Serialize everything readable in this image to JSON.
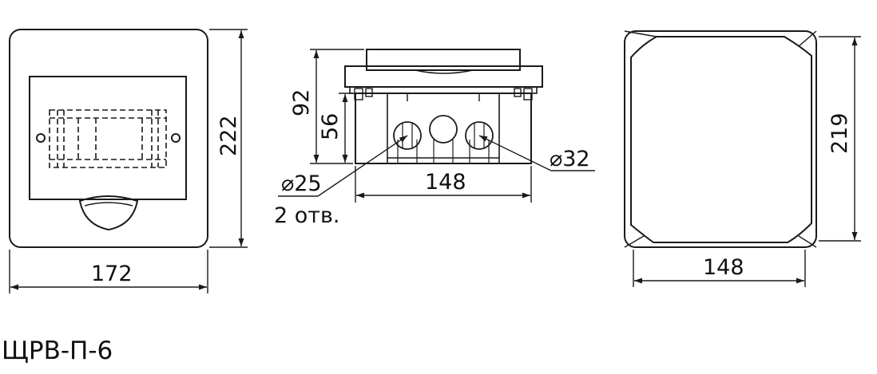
{
  "front_view": {
    "width_label": "172",
    "height_label": "222"
  },
  "side_view": {
    "total_height_label": "92",
    "body_height_label": "56",
    "width_label": "148",
    "hole_large_label": "⌀32",
    "hole_small_label": "⌀25",
    "hole_count_label": "2 отв."
  },
  "back_view": {
    "width_label": "148",
    "height_label": "219"
  },
  "title": "ЩРВ-П-6",
  "colors": {
    "line": "#1a1a1a",
    "background": "#ffffff"
  }
}
